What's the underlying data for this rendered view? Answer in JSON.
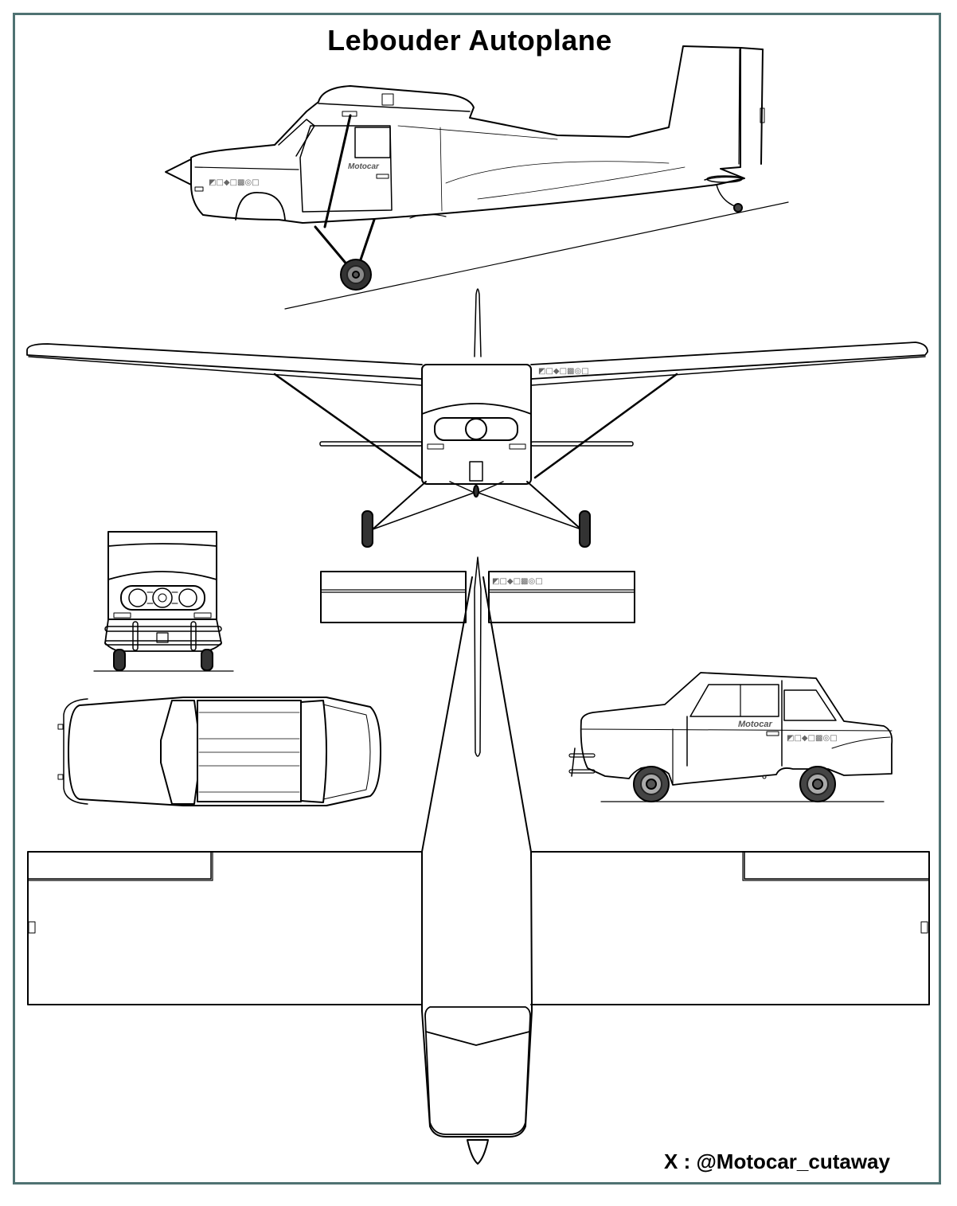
{
  "title": "Lebouder Autoplane",
  "credit": "X : @Motocar_cutaway",
  "colors": {
    "frame_border": "#4f7272",
    "line": "#000000",
    "label_gray": "#555555",
    "background": "#ffffff"
  },
  "views": {
    "plane_side": {
      "label": "Motocar",
      "registration": "◩□◆□▩◎□"
    },
    "plane_front": {
      "registration": "◩□◆□▩◎□"
    },
    "tail_top": {
      "registration": "◩□◆□▩◎□"
    },
    "car_front": {},
    "car_top": {},
    "car_side": {
      "label": "Motocar",
      "registration": "◩□◆□▩◎□"
    },
    "plane_top": {}
  }
}
